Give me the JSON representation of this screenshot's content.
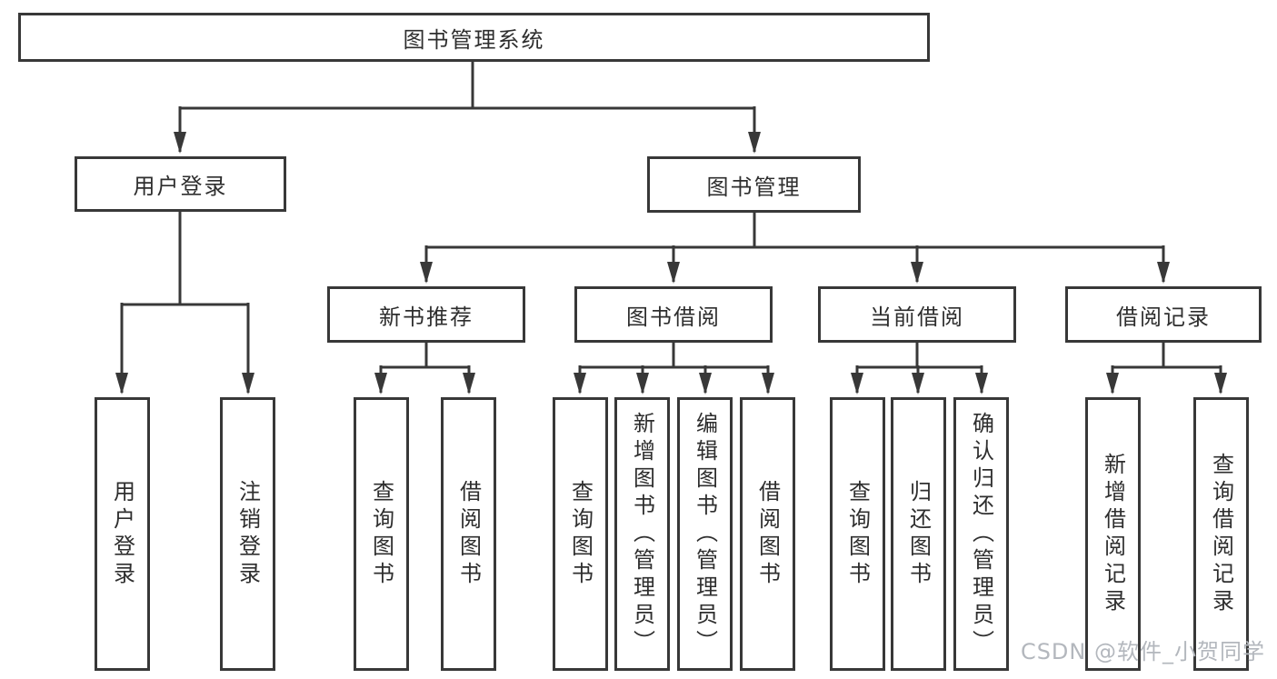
{
  "diagram": {
    "title": "图书管理系统",
    "level2": {
      "user_login": "用户登录",
      "book_management": "图书管理"
    },
    "level3": {
      "new_book_recommend": "新书推荐",
      "book_borrowing": "图书借阅",
      "current_borrowing": "当前借阅",
      "borrowing_records": "借阅记录"
    },
    "leaves": [
      {
        "label": "用户登录"
      },
      {
        "label": "注销登录"
      },
      {
        "label": "查询图书"
      },
      {
        "label": "借阅图书"
      },
      {
        "label": "查询图书"
      },
      {
        "label": "新增图书（管理员）"
      },
      {
        "label": "编辑图书（管理员）"
      },
      {
        "label": "借阅图书"
      },
      {
        "label": "查询图书"
      },
      {
        "label": "归还图书"
      },
      {
        "label": "确认归还（管理员）"
      },
      {
        "label": "新增借阅记录"
      },
      {
        "label": "查询借阅记录"
      }
    ],
    "watermark": "CSDN @软件_小贺同学",
    "colors": {
      "line": "#383838",
      "text": "#2e2e2e",
      "watermark": "#b3b7bd",
      "background": "#ffffff"
    }
  }
}
